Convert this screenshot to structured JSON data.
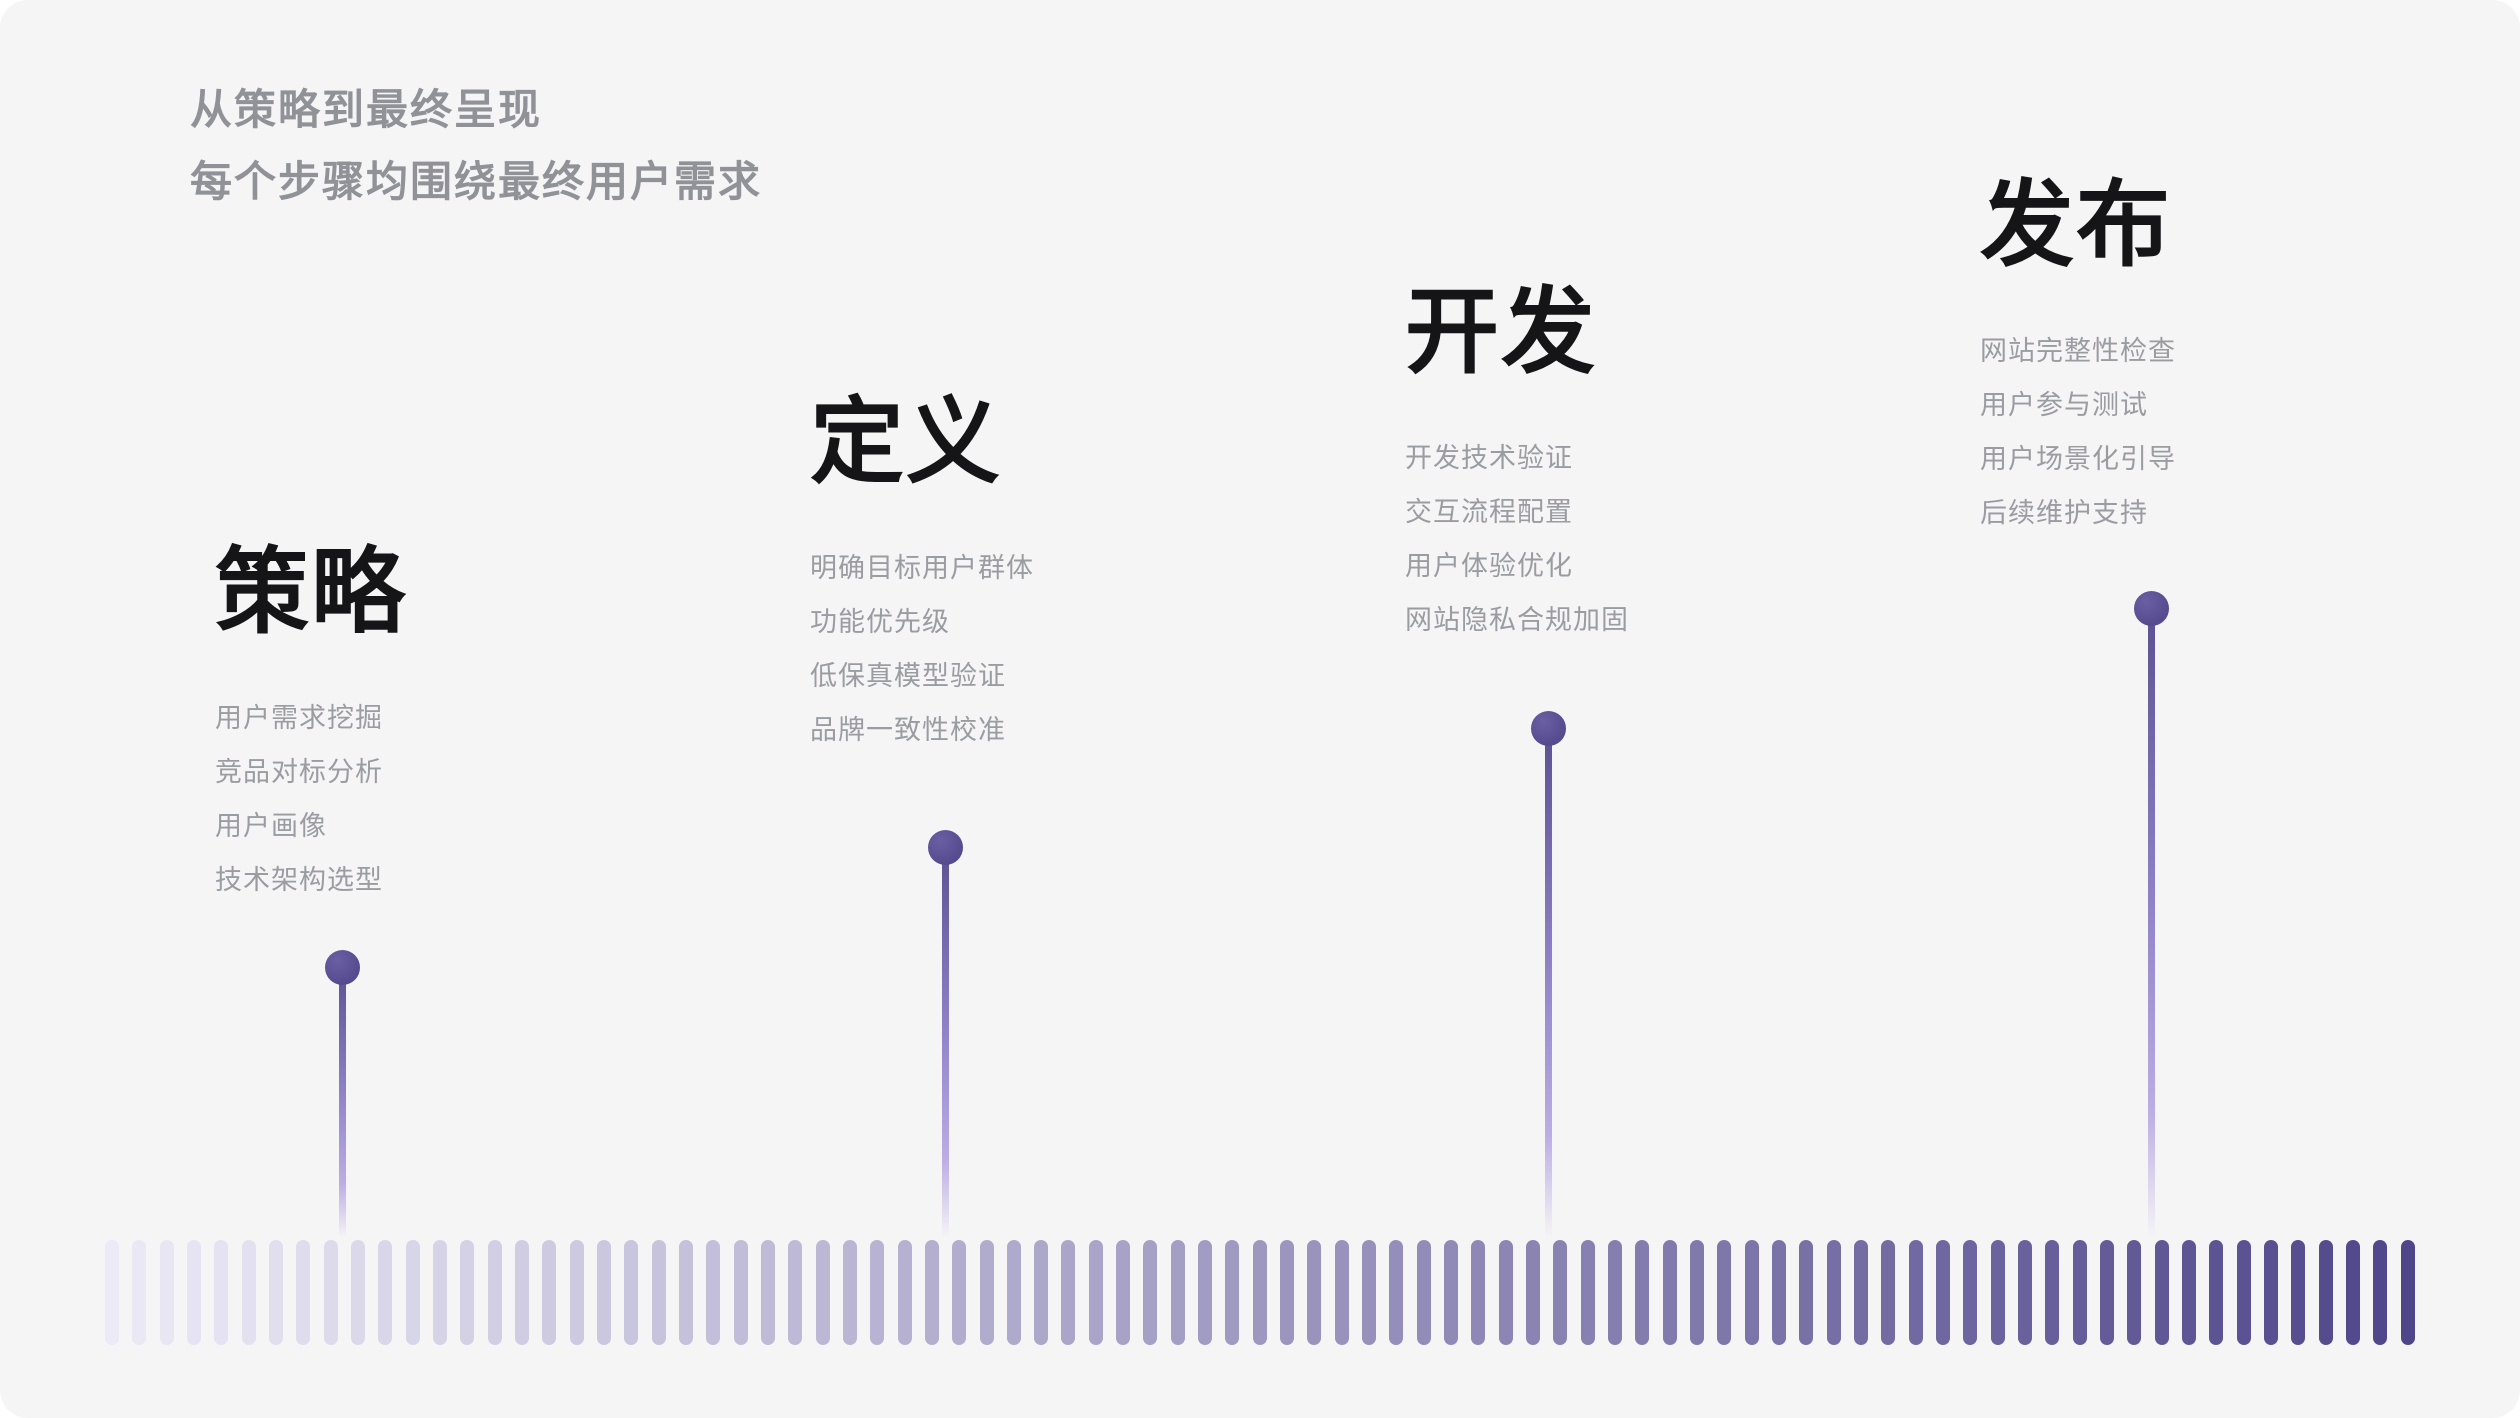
{
  "header": {
    "line1": "从策略到最终呈现",
    "line2": "每个步骤均围绕最终用户需求"
  },
  "stages": [
    {
      "title": "策略",
      "items": [
        "用户需求挖掘",
        "竞品对标分析",
        "用户画像",
        "技术架构选型"
      ]
    },
    {
      "title": "定义",
      "items": [
        "明确目标用户群体",
        "功能优先级",
        "低保真模型验证",
        "品牌一致性校准"
      ]
    },
    {
      "title": "开发",
      "items": [
        "开发技术验证",
        "交互流程配置",
        "用户体验优化",
        "网站隐私合规加固"
      ]
    },
    {
      "title": "发布",
      "items": [
        "网站完整性检查",
        "用户参与测试",
        "用户场景化引导",
        "后续维护支持"
      ]
    }
  ],
  "timeline": {
    "bar_count": 85,
    "bar_color_start": "#ECEAF6",
    "bar_color_end": "#4F468A",
    "dot_color": "#554B8E",
    "dot_color_light": "#6A5FA2",
    "stem_color_top": "#5B5191",
    "stem_color_mid": "#8D80C6",
    "stem_color_low": "#BCADE4"
  },
  "colors": {
    "card_background": "#F5F5F6",
    "title_text": "#151517",
    "subtitle_text": "#909298",
    "item_text": "#9B9CA2"
  }
}
